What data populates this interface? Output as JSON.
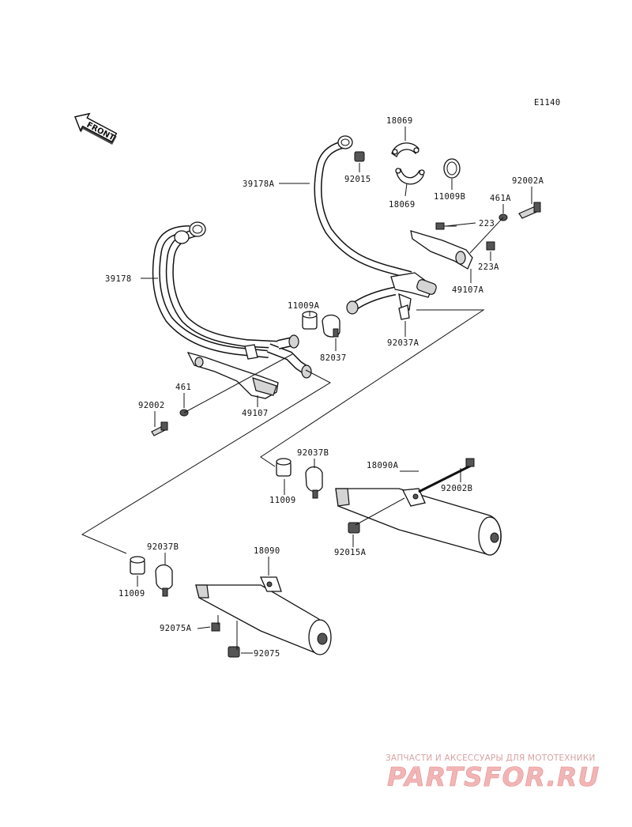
{
  "diagram_code": "E1140",
  "front_arrow_label": "FRONT",
  "part_labels": {
    "p18069_top": "18069",
    "p18069_bottom": "18069",
    "p39178A": "39178A",
    "p92015": "92015",
    "p11009B": "11009B",
    "p92002A": "92002A",
    "p461A": "461A",
    "p223": "223",
    "p223A": "223A",
    "p49107A": "49107A",
    "p39178": "39178",
    "p11009A": "11009A",
    "p82037": "82037",
    "p92037A": "92037A",
    "p461": "461",
    "p92002": "92002",
    "p49107": "49107",
    "p92037B_upper": "92037B",
    "p18090A": "18090A",
    "p11009_upper": "11009",
    "p92002B": "92002B",
    "p92015A": "92015A",
    "p92037B_lower": "92037B",
    "p18090": "18090",
    "p11009_lower": "11009",
    "p92075A": "92075A",
    "p92075": "92075"
  },
  "watermark": {
    "tagline": "ЗАПЧАСТИ И АКСЕССУАРЫ ДЛЯ МОТОТЕХНИКИ",
    "logo": "PARTSFOR.RU"
  }
}
